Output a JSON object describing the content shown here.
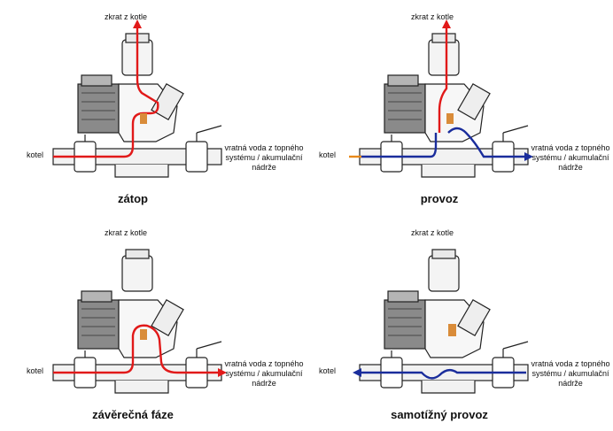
{
  "colors": {
    "hot_flow": "#e11919",
    "cold_flow": "#1a2d9c",
    "warm_inlet": "#e8891a",
    "valve_insert": "#d98c3a",
    "pump_gray": "#8a8a8a",
    "outline": "#222222"
  },
  "panels": [
    {
      "id": "zatop",
      "label_top": "zkrat z kotle",
      "label_left": "kotel",
      "label_right": "vratná voda z topného systému / akumulační nádrže",
      "caption": "zátop"
    },
    {
      "id": "provoz",
      "label_top": "zkrat z kotle",
      "label_left": "kotel",
      "label_right": "vratná voda z topného systému / akumulační nádrže",
      "caption": "provoz"
    },
    {
      "id": "zaverecna",
      "label_top": "zkrat z kotle",
      "label_left": "kotel",
      "label_right": "vratná voda z topného systému / akumulační nádrže",
      "caption": "závěrečná fáze"
    },
    {
      "id": "samotizny",
      "label_top": "zkrat z kotle",
      "label_left": "kotel",
      "label_right": "vratná voda z topného systému / akumulační nádrže",
      "caption": "samotížný provoz"
    }
  ]
}
